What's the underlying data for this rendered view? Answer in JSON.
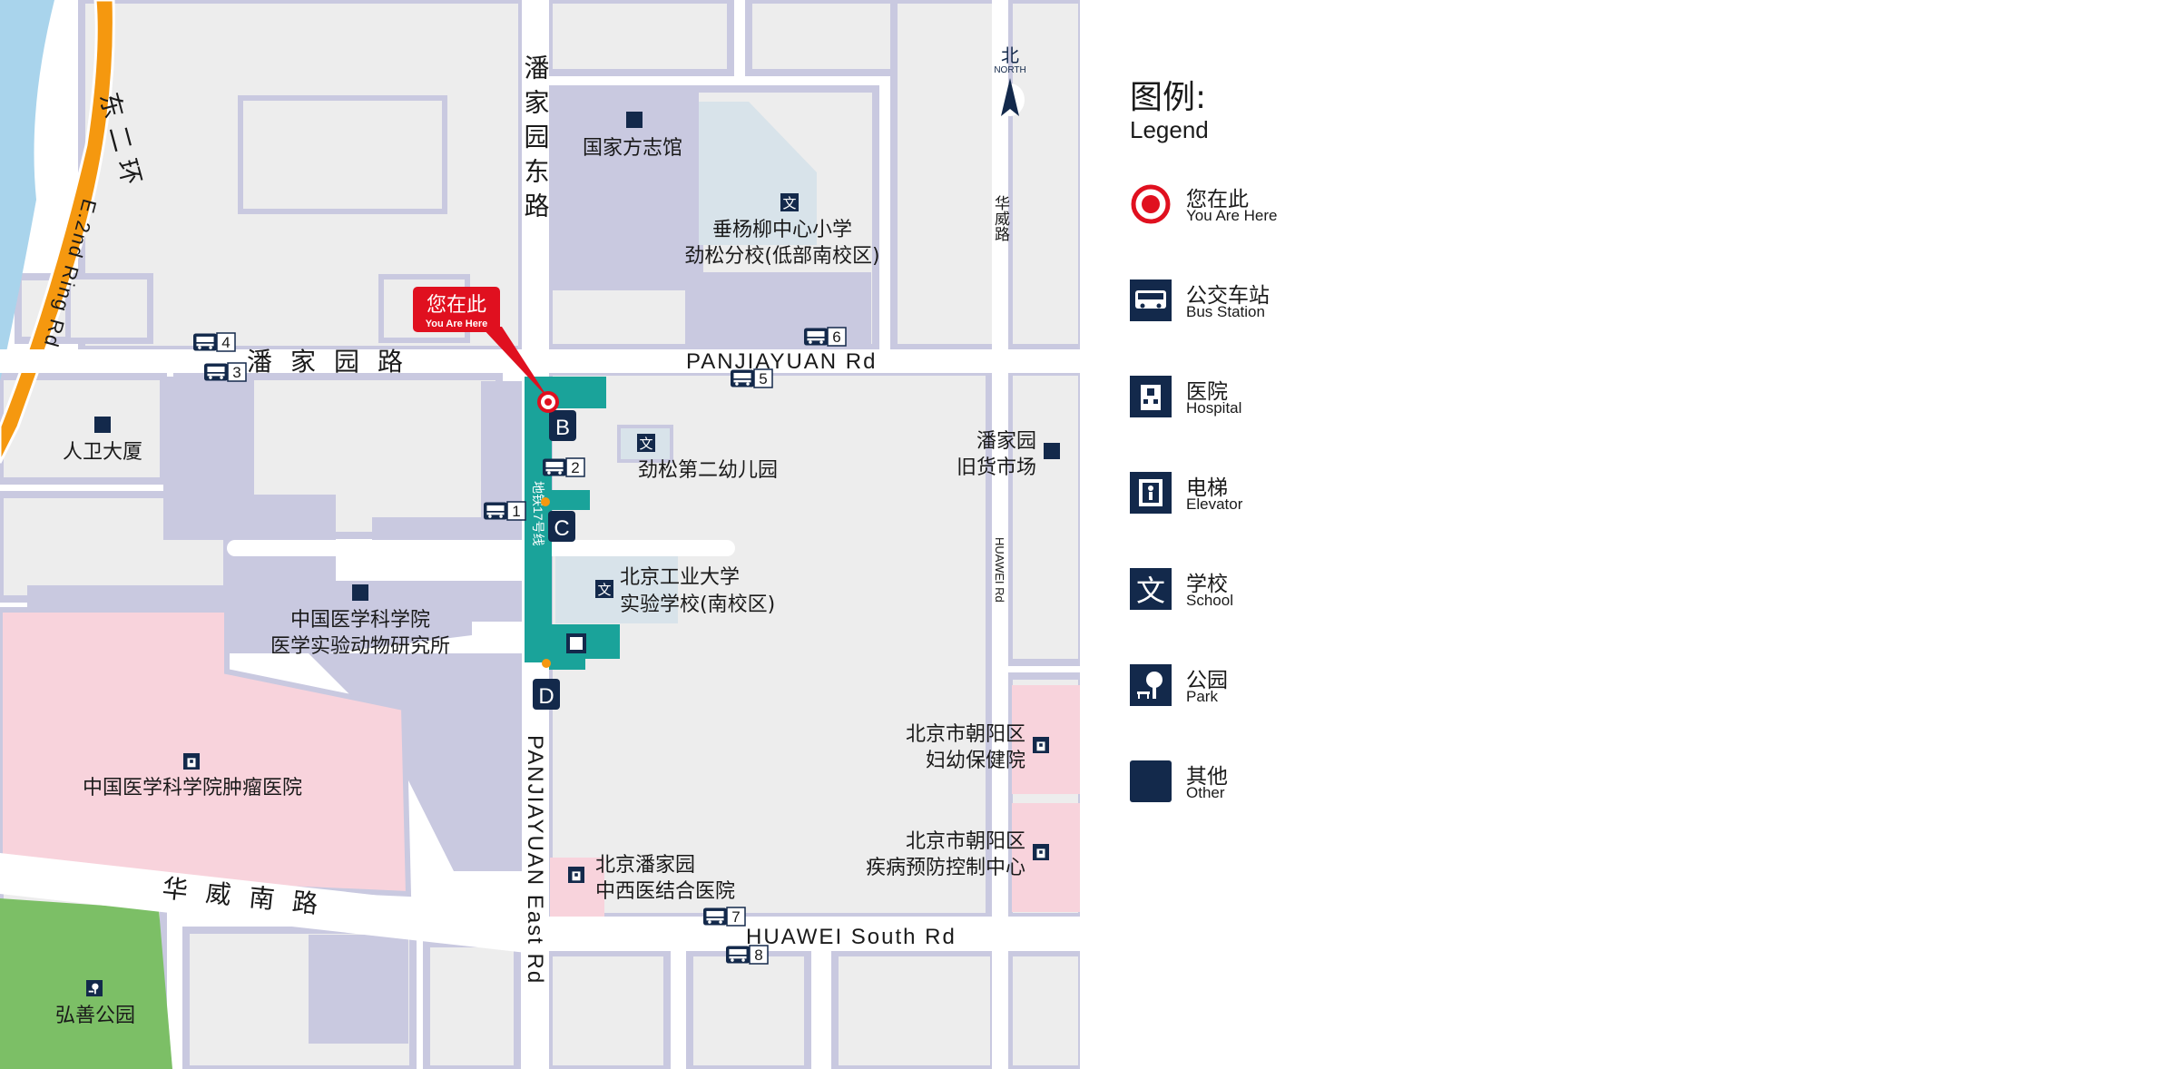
{
  "north": {
    "cn": "北",
    "en": "NORTH"
  },
  "roads": {
    "e2ring_cn": "东二环",
    "e2ring_en": "E.2nd Ring Rd",
    "panjiayuan_cn": "潘家园路",
    "panjiayuan_en": "PANJIAYUAN Rd",
    "panjiayuan_east_cn": "潘家园东路",
    "panjiayuan_east_en": "PANJIAYUAN East Rd",
    "huawei_cn": "华威路",
    "huawei_en": "HUAWEI Rd",
    "huawei_south_cn": "华威南路",
    "huawei_south_en": "HUAWEI South Rd",
    "metro_line": "地铁17号线"
  },
  "places": {
    "guojia_fangzhi": "国家方志馆",
    "chuiyang_1": "垂杨柳中心小学",
    "chuiyang_2": "劲松分校(低部南校区)",
    "renwei": "人卫大厦",
    "jinsong_kinder": "劲松第二幼儿园",
    "panjiayuan_market_1": "潘家园",
    "panjiayuan_market_2": "旧货市场",
    "bjut_school_1": "北京工业大学",
    "bjut_school_2": "实验学校(南校区)",
    "cams_lab_1": "中国医学科学院",
    "cams_lab_2": "医学实验动物研究所",
    "cancer_hospital": "中国医学科学院肿瘤医院",
    "maternal_1": "北京市朝阳区",
    "maternal_2": "妇幼保健院",
    "cdc_1": "北京市朝阳区",
    "cdc_2": "疾病预防控制中心",
    "pjy_hospital_1": "北京潘家园",
    "pjy_hospital_2": "中西医结合医院",
    "hongshan_park": "弘善公园"
  },
  "you_are_here": {
    "cn": "您在此",
    "en": "You Are Here"
  },
  "exits": [
    "B",
    "C",
    "D"
  ],
  "bus_stops": [
    "1",
    "2",
    "3",
    "4",
    "5",
    "6",
    "7",
    "8"
  ],
  "legend": {
    "title_cn": "图例:",
    "title_en": "Legend",
    "items": [
      {
        "cn": "您在此",
        "en": "You Are Here",
        "icon": "you-are-here-icon"
      },
      {
        "cn": "公交车站",
        "en": "Bus Station",
        "icon": "bus-icon"
      },
      {
        "cn": "医院",
        "en": "Hospital",
        "icon": "hospital-icon"
      },
      {
        "cn": "电梯",
        "en": "Elevator",
        "icon": "elevator-icon"
      },
      {
        "cn": "学校",
        "en": "School",
        "icon": "school-icon"
      },
      {
        "cn": "公园",
        "en": "Park",
        "icon": "park-icon"
      },
      {
        "cn": "其他",
        "en": "Other",
        "icon": "other-icon"
      }
    ]
  },
  "colors": {
    "navy": "#13294b",
    "metro": "#1aa39a",
    "red": "#e0101f",
    "ring_road": "#f5980f",
    "river": "#a9d4ec",
    "hospital_zone": "#f8d3dc",
    "park": "#7cbf66",
    "road_border": "#c9c9e0",
    "block": "#ededed"
  }
}
